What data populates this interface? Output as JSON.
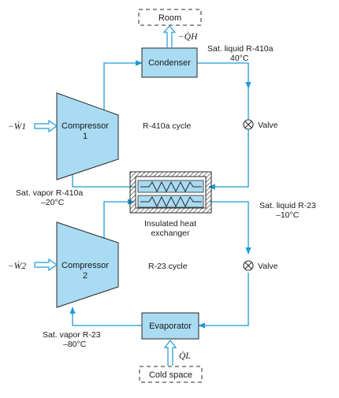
{
  "nodes": {
    "room": "Room",
    "cold_space": "Cold space",
    "condenser": "Condenser",
    "evaporator": "Evaporator",
    "compressor1": {
      "line1": "Compressor",
      "line2": "1"
    },
    "compressor2": {
      "line1": "Compressor",
      "line2": "2"
    },
    "valve_top": "Valve",
    "valve_bottom": "Valve",
    "heat_exchanger": {
      "line1": "Insulated heat",
      "line2": "exchanger"
    }
  },
  "labels": {
    "cycle_top": "R-410a cycle",
    "cycle_bottom": "R-23 cycle",
    "sat_liquid_r410a": {
      "line1": "Sat. liquid R-410a",
      "line2": "40°C"
    },
    "sat_vapor_r410a": {
      "line1": "Sat. vapor R-410a",
      "line2": "–20°C"
    },
    "sat_liquid_r23": {
      "line1": "Sat. liquid R-23",
      "line2": "–10°C"
    },
    "sat_vapor_r23": {
      "line1": "Sat. vapor R-23",
      "line2": "–80°C"
    },
    "q_h": "−Q̇H",
    "q_l": "Q̇L",
    "w_1": "−Ẇ1",
    "w_2": "−Ẇ2"
  },
  "colors": {
    "flow_line": "#1e9ad6",
    "component_fill": "#a9dbf2",
    "component_stroke": "#2a2a2a",
    "hatch": "#2a2a2a"
  }
}
